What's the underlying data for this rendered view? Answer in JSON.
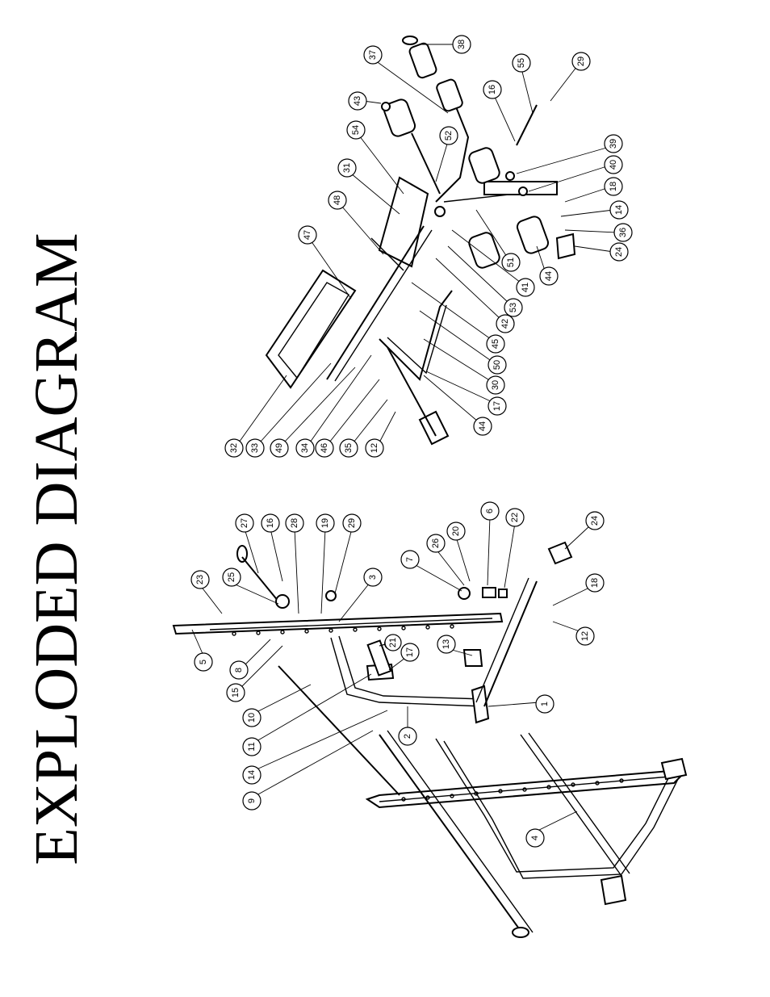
{
  "title": "EXPLODED DIAGRAM",
  "diagram_data": {
    "type": "exploded-parts-diagram",
    "left_assembly_callouts": [
      "23",
      "25",
      "27",
      "16",
      "28",
      "19",
      "29",
      "3",
      "7",
      "26",
      "20",
      "6",
      "22",
      "24",
      "18",
      "12",
      "1",
      "13",
      "17",
      "21",
      "2",
      "14",
      "11",
      "10",
      "9",
      "15",
      "8",
      "5",
      "4"
    ],
    "right_assembly_callouts": [
      "38",
      "37",
      "43",
      "54",
      "52",
      "16",
      "55",
      "29",
      "39",
      "40",
      "18",
      "14",
      "36",
      "24",
      "44",
      "51",
      "41",
      "53",
      "42",
      "45",
      "50",
      "30",
      "17",
      "44",
      "12",
      "35",
      "46",
      "34",
      "49",
      "33",
      "32",
      "47",
      "48",
      "31"
    ]
  }
}
